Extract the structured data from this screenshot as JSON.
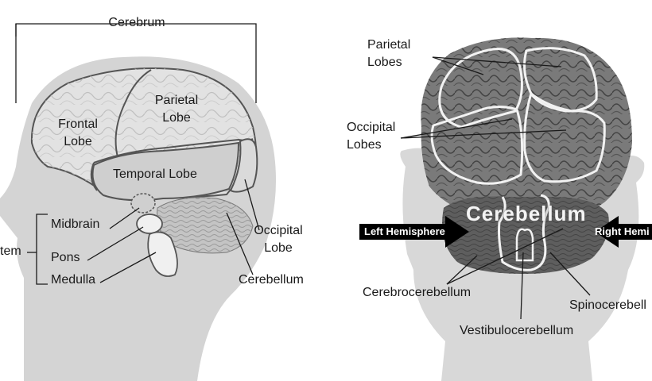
{
  "side_view": {
    "cerebrum": "Cerebrum",
    "frontal_lobe": [
      "Frontal",
      "Lobe"
    ],
    "parietal_lobe": [
      "Parietal",
      "Lobe"
    ],
    "temporal_lobe": "Temporal Lobe",
    "occipital_lobe": [
      "Occipital",
      "Lobe"
    ],
    "cerebellum": "Cerebellum",
    "midbrain": "Midbrain",
    "pons": "Pons",
    "medulla": "Medulla",
    "brainstem_partial": "tem"
  },
  "rear_view": {
    "parietal_lobes": [
      "Parietal",
      "Lobes"
    ],
    "occipital_lobes": [
      "Occipital",
      "Lobes"
    ],
    "cerebellum": "Cerebellum",
    "left_hemisphere": "Left Hemisphere",
    "right_hemisphere": "Right Hemi",
    "cerebrocerebellum": "Cerebrocerebellum",
    "vestibulocerebellum": "Vestibulocerebellum",
    "spinocerebellum": "Spinocerebell"
  }
}
